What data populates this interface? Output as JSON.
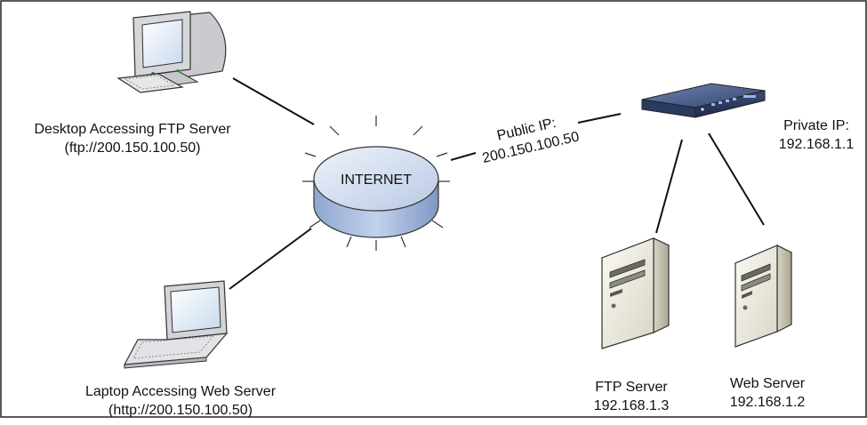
{
  "diagram": {
    "internet_label": "INTERNET",
    "desktop": {
      "line1": "Desktop Accessing FTP Server",
      "line2": "(ftp://200.150.100.50)"
    },
    "laptop": {
      "line1": "Laptop Accessing Web Server",
      "line2": "(http://200.150.100.50)"
    },
    "public_ip": {
      "line1": "Public IP:",
      "line2": "200.150.100.50"
    },
    "private_ip": {
      "line1": "Private IP:",
      "line2": "192.168.1.1"
    },
    "ftp_server": {
      "line1": "FTP Server",
      "line2": "192.168.1.3"
    },
    "web_server": {
      "line1": "Web Server",
      "line2": "192.168.1.2"
    }
  }
}
